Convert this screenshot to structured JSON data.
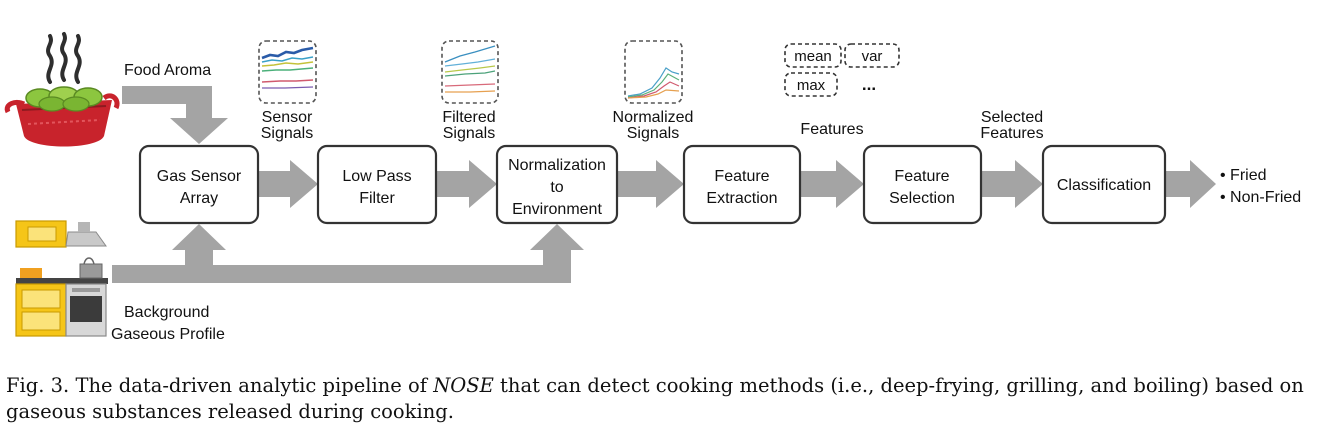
{
  "inputs": {
    "food": "Food Aroma",
    "background_line1": "Background",
    "background_line2": "Gaseous Profile"
  },
  "stages": [
    {
      "line1": "Gas Sensor",
      "line2": "Array"
    },
    {
      "line1": "Low Pass",
      "line2": "Filter"
    },
    {
      "line1": "Normalization",
      "line2": "to",
      "line3": "Environment"
    },
    {
      "line1": "Feature",
      "line2": "Extraction"
    },
    {
      "line1": "Feature",
      "line2": "Selection"
    },
    {
      "line1": "Classification"
    }
  ],
  "signal_labels": [
    {
      "line1": "Sensor",
      "line2": "Signals"
    },
    {
      "line1": "Filtered",
      "line2": "Signals"
    },
    {
      "line1": "Normalized",
      "line2": "Signals"
    }
  ],
  "features_label": "Features",
  "selected_features": {
    "line1": "Selected",
    "line2": "Features"
  },
  "feature_tags": [
    "mean",
    "var",
    "max",
    "..."
  ],
  "outputs": [
    "• Fried",
    "• Non-Fried"
  ],
  "caption": {
    "prefix": "Fig. 3.  The data-driven analytic pipeline of ",
    "emph": "NOSE",
    "suffix": " that can detect cooking methods (i.e., deep-frying, grilling, and boiling) based on gaseous substances released during cooking."
  },
  "colors": {
    "arrow": "#a4a4a4",
    "box_stroke": "#333333",
    "pot_red": "#c8232c",
    "veg_green": "#8cc63f",
    "kitchen_yellow": "#f5c518"
  },
  "icons": [
    "cooking-pot-icon",
    "kitchen-icon"
  ]
}
